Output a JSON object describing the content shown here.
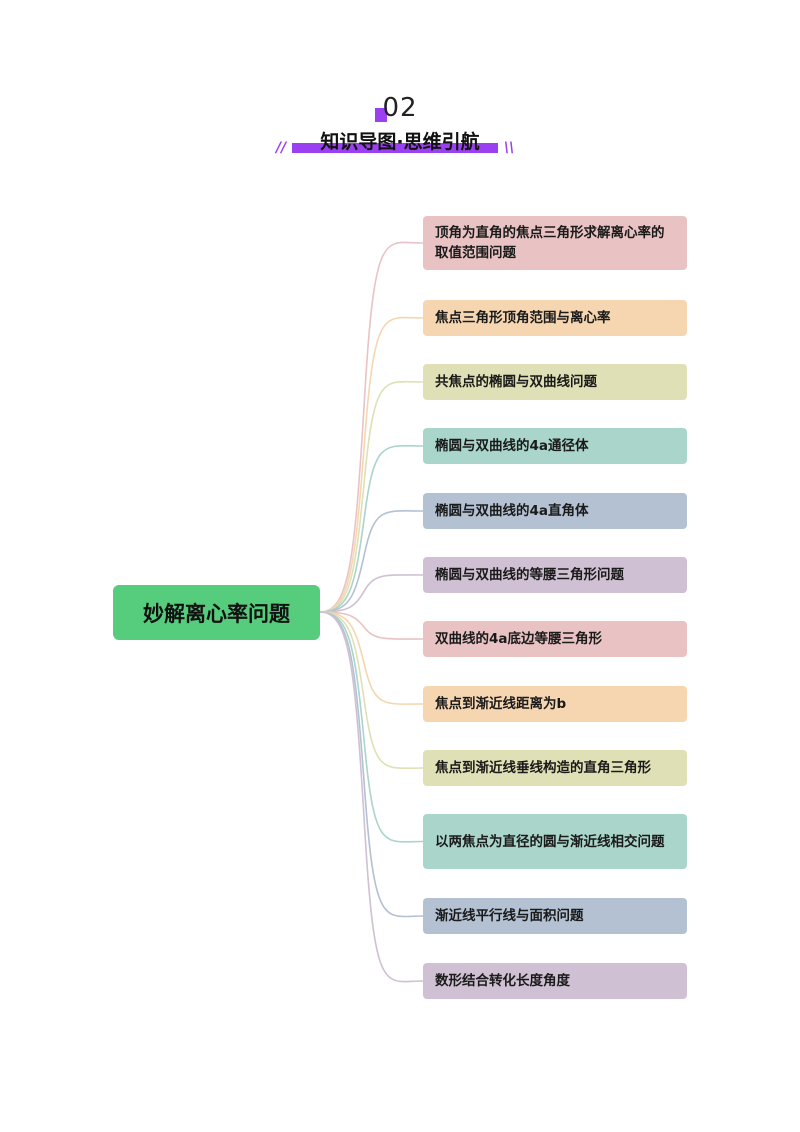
{
  "header": {
    "number": "02",
    "title": "知识导图·思维引航",
    "slash_left": "//",
    "slash_right": "\\\\",
    "accent_color": "#9b40f0"
  },
  "mindmap": {
    "root": {
      "label": "妙解离心率问题",
      "color": "#56cc7d"
    },
    "branches": [
      {
        "label": "顶角为直角的焦点三角形求解离心率的取值范围问题",
        "color": "#e9c3c3"
      },
      {
        "label": "焦点三角形顶角范围与离心率",
        "color": "#f5d6b1"
      },
      {
        "label": "共焦点的椭圆与双曲线问题",
        "color": "#dfe0b5"
      },
      {
        "label": "椭圆与双曲线的4a通径体",
        "color": "#a9d5ca"
      },
      {
        "label": "椭圆与双曲线的4a直角体",
        "color": "#b3c1d3"
      },
      {
        "label": "椭圆与双曲线的等腰三角形问题",
        "color": "#cfc0d3"
      },
      {
        "label": "双曲线的4a底边等腰三角形",
        "color": "#e9c3c3"
      },
      {
        "label": "焦点到渐近线距离为b",
        "color": "#f5d6b1"
      },
      {
        "label": "焦点到渐近线垂线构造的直角三角形",
        "color": "#dfe0b5"
      },
      {
        "label": "以两焦点为直径的圆与渐近线相交问题",
        "color": "#a9d5ca"
      },
      {
        "label": "渐近线平行线与面积问题",
        "color": "#b3c1d3"
      },
      {
        "label": "数形结合转化长度角度",
        "color": "#cfc0d3"
      }
    ]
  }
}
